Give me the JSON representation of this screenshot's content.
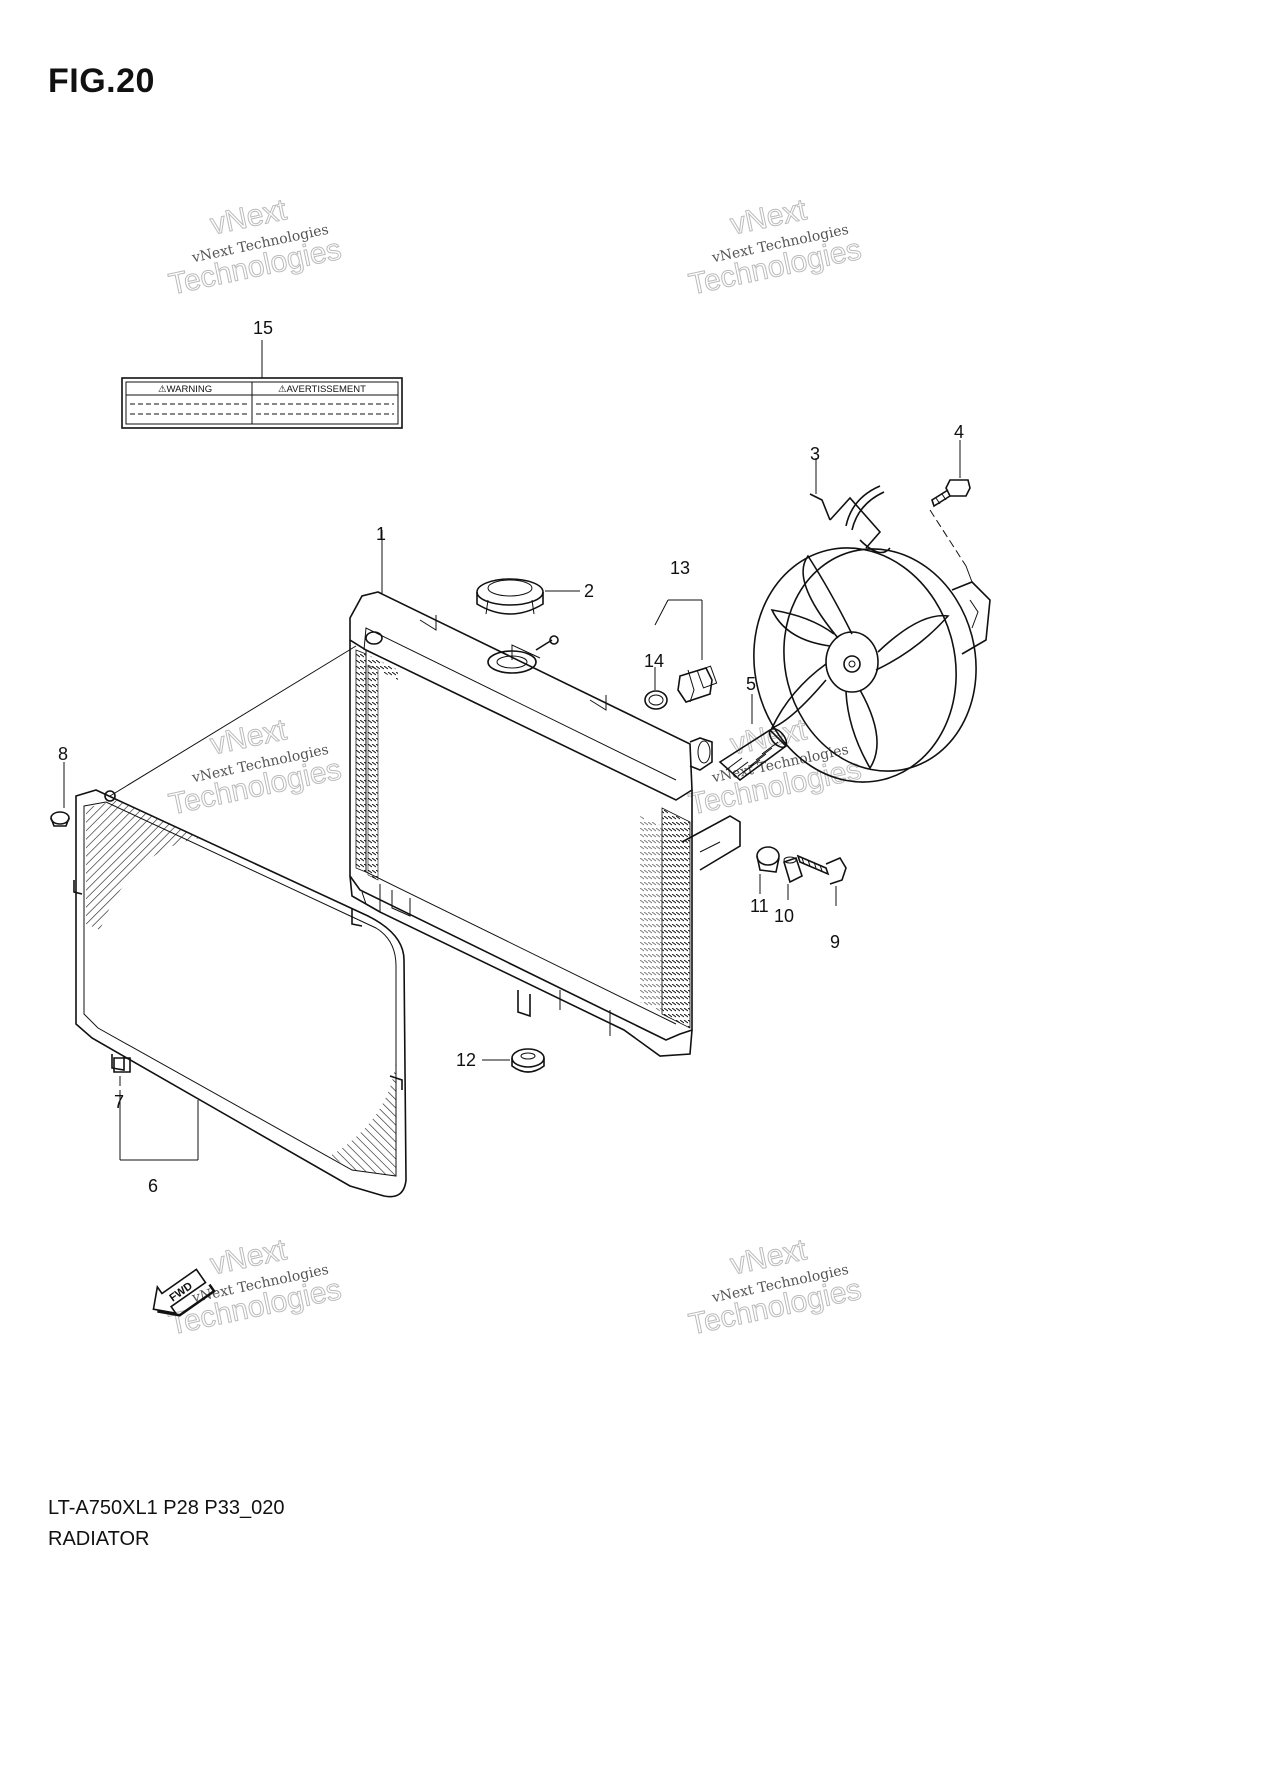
{
  "figure": {
    "title": "FIG.20"
  },
  "footer": {
    "model_code": "LT-A750XL1 P28 P33_020",
    "assembly_name": "RADIATOR"
  },
  "watermark": {
    "line1": "vNext",
    "line2": "vNext Technologies",
    "line3": "Technologies"
  },
  "warning_label": {
    "left_heading": "⚠WARNING",
    "right_heading": "⚠AVERTISSEMENT"
  },
  "fwd_arrow": {
    "text": "FWD"
  },
  "callouts": {
    "c1": "1",
    "c2": "2",
    "c3": "3",
    "c4": "4",
    "c5": "5",
    "c6": "6",
    "c7": "7",
    "c8": "8",
    "c9": "9",
    "c10": "10",
    "c11": "11",
    "c12": "12",
    "c13": "13",
    "c14": "14",
    "c15": "15"
  },
  "colors": {
    "line": "#111111",
    "watermark": "#bbbbbb",
    "background": "#ffffff"
  }
}
